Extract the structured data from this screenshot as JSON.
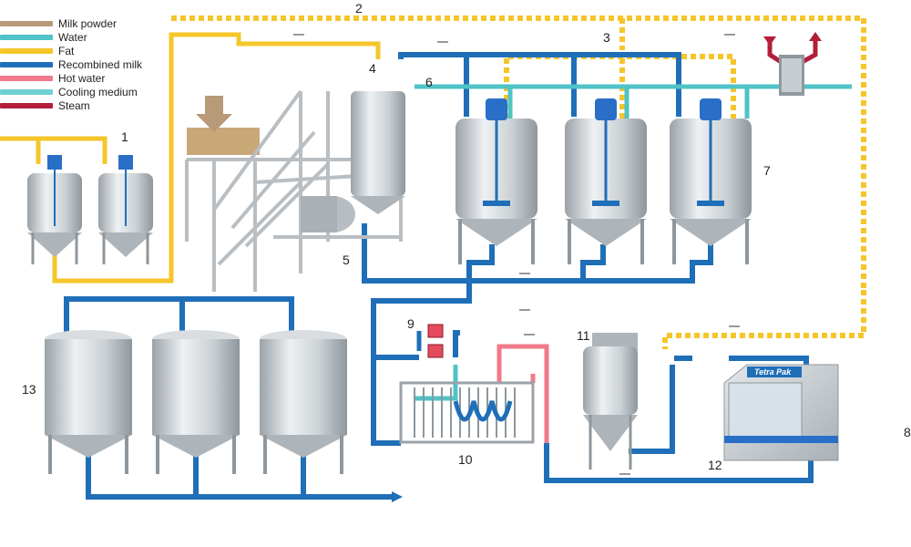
{
  "legend": [
    {
      "label": "Milk powder",
      "color": "#b89a78"
    },
    {
      "label": "Water",
      "color": "#4fc3c7"
    },
    {
      "label": "Fat",
      "color": "#f4c62a"
    },
    {
      "label": "Recombined milk",
      "color": "#1f6fb8"
    },
    {
      "label": "Hot water",
      "color": "#f07a8a"
    },
    {
      "label": "Cooling medium",
      "color": "#6fd0d4"
    },
    {
      "label": "Steam",
      "color": "#b31e3a"
    }
  ],
  "numbers": {
    "n1": "1",
    "n2": "2",
    "n3": "3",
    "n4": "4",
    "n5": "5",
    "n6": "6",
    "n7": "7",
    "n8": "8",
    "n9": "9",
    "n10": "10",
    "n11": "11",
    "n12": "12",
    "n13": "13"
  },
  "machine_brand": "Tetra Pak",
  "colors": {
    "tank_body": "#d9dde0",
    "tank_shade": "#aeb5ba",
    "motor": "#2a6fc7",
    "frame": "#b9bec2"
  }
}
